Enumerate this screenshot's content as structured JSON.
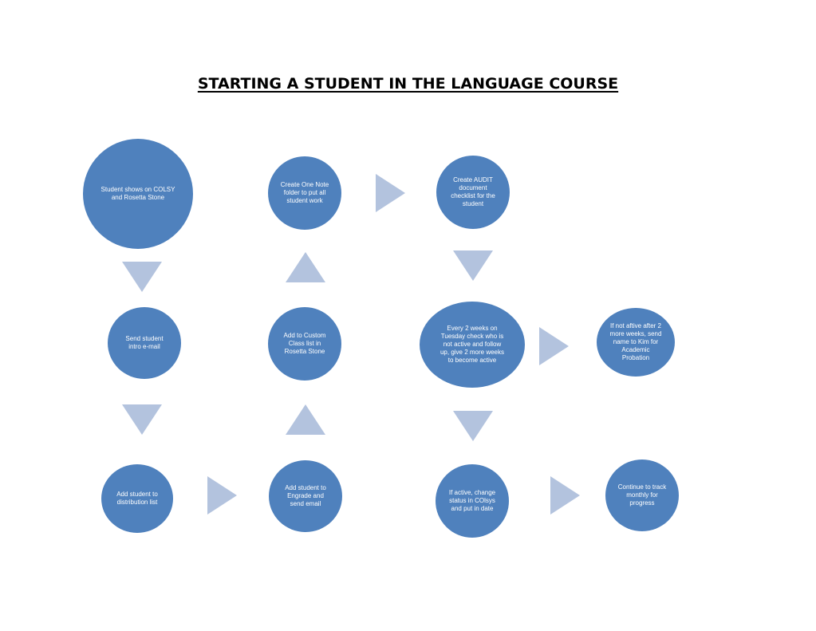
{
  "title": "STARTING A STUDENT IN THE LANGUAGE COURSE",
  "colors": {
    "node_fill": "#4f81bd",
    "arrow_fill": "#b3c3de",
    "node_text": "#ffffff"
  },
  "nodes": [
    {
      "id": "colsy",
      "label": "Student shows on COLSY\nand Rosetta Stone"
    },
    {
      "id": "intro_email",
      "label": "Send student\nintro e-mail"
    },
    {
      "id": "distribution",
      "label": "Add student to\ndistribution list"
    },
    {
      "id": "engrade",
      "label": "Add student to\nEngrade and\nsend email"
    },
    {
      "id": "custom_class",
      "label": "Add to  Custom\nClass list in\nRosetta Stone"
    },
    {
      "id": "onenote",
      "label": "Create  One Note\nfolder to put all\nstudent work"
    },
    {
      "id": "audit",
      "label": "Create AUDIT\ndocument\nchecklist for the\nstudent"
    },
    {
      "id": "every2weeks",
      "label": "Every 2 weeks on\nTuesday check who is\nnot active and follow\nup, give 2 more weeks\nto become active"
    },
    {
      "id": "probation",
      "label": "If not aftive after 2\nmore weeks, send\nname to Kim for\nAcademic\nProbation"
    },
    {
      "id": "active",
      "label": "If active, change\nstatus in COlsys\nand put in date"
    },
    {
      "id": "track",
      "label": "Continue to track\nmonthly for\nprogress"
    }
  ],
  "edges": [
    {
      "from": "colsy",
      "to": "intro_email",
      "direction": "down"
    },
    {
      "from": "intro_email",
      "to": "distribution",
      "direction": "down"
    },
    {
      "from": "distribution",
      "to": "engrade",
      "direction": "right"
    },
    {
      "from": "engrade",
      "to": "custom_class",
      "direction": "up"
    },
    {
      "from": "custom_class",
      "to": "onenote",
      "direction": "up"
    },
    {
      "from": "onenote",
      "to": "audit",
      "direction": "right"
    },
    {
      "from": "audit",
      "to": "every2weeks",
      "direction": "down"
    },
    {
      "from": "every2weeks",
      "to": "probation",
      "direction": "right"
    },
    {
      "from": "every2weeks",
      "to": "active",
      "direction": "down"
    },
    {
      "from": "active",
      "to": "track",
      "direction": "right"
    }
  ]
}
